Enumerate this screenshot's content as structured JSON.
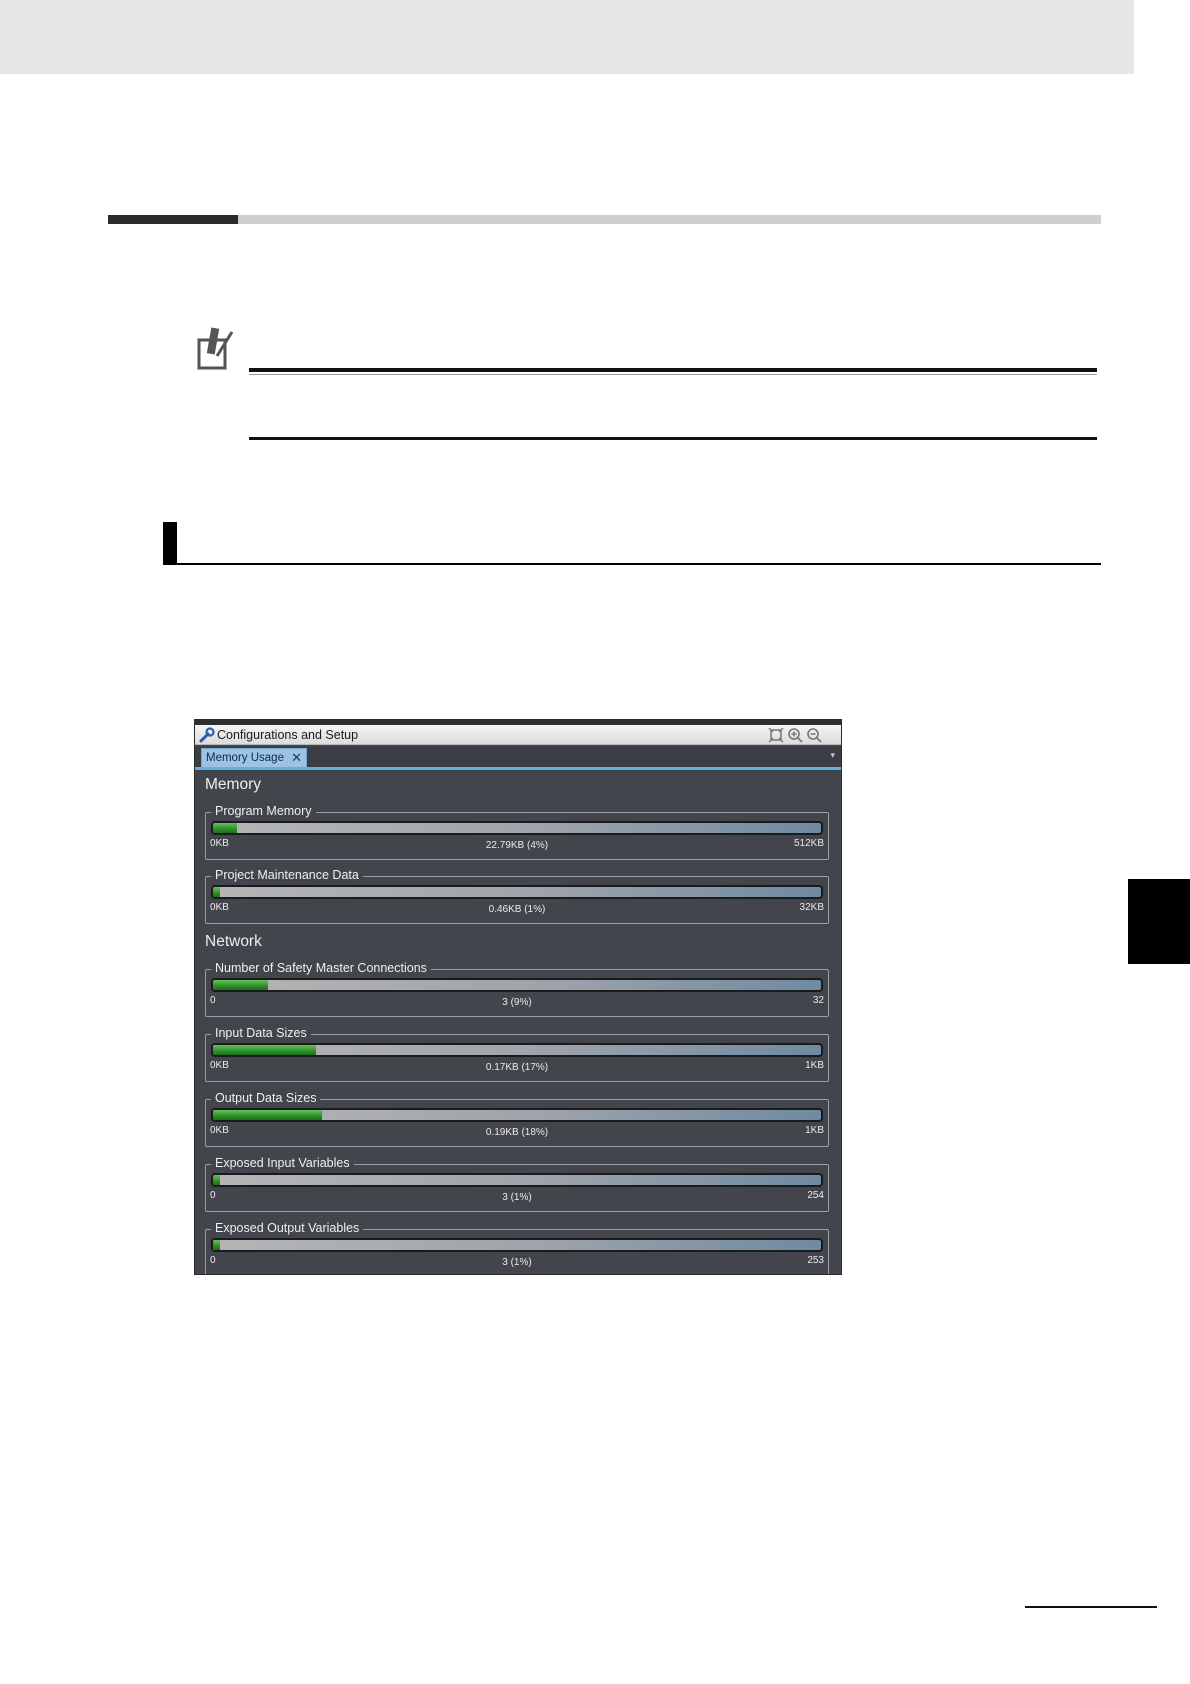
{
  "window": {
    "title": "Configurations and Setup",
    "tab_label": "Memory Usage",
    "tab_close": "✕",
    "tab_menu": "▾"
  },
  "memory": {
    "heading": "Memory",
    "items": [
      {
        "label": "Program Memory",
        "min": "0KB",
        "value": "22.79KB (4%)",
        "max": "512KB",
        "percent": 4
      },
      {
        "label": "Project Maintenance Data",
        "min": "0KB",
        "value": "0.46KB (1%)",
        "max": "32KB",
        "percent": 1
      }
    ]
  },
  "network": {
    "heading": "Network",
    "items": [
      {
        "label": "Number of Safety Master Connections",
        "min": "0",
        "value": "3 (9%)",
        "max": "32",
        "percent": 9
      },
      {
        "label": "Input Data Sizes",
        "min": "0KB",
        "value": "0.17KB (17%)",
        "max": "1KB",
        "percent": 17
      },
      {
        "label": "Output Data Sizes",
        "min": "0KB",
        "value": "0.19KB (18%)",
        "max": "1KB",
        "percent": 18
      },
      {
        "label": "Exposed Input Variables",
        "min": "0",
        "value": "3 (1%)",
        "max": "254",
        "percent": 1
      },
      {
        "label": "Exposed Output Variables",
        "min": "0",
        "value": "3 (1%)",
        "max": "253",
        "percent": 1
      }
    ]
  },
  "icons": {
    "title": "wrench-icon",
    "toolbar": [
      "fit-window-icon",
      "zoom-in-icon",
      "zoom-out-icon"
    ],
    "precaution": "precaution-icon"
  },
  "colors": {
    "fill": "#2e8f2a",
    "tab_accent": "#66aee0",
    "panel_bg": "#43454c"
  }
}
